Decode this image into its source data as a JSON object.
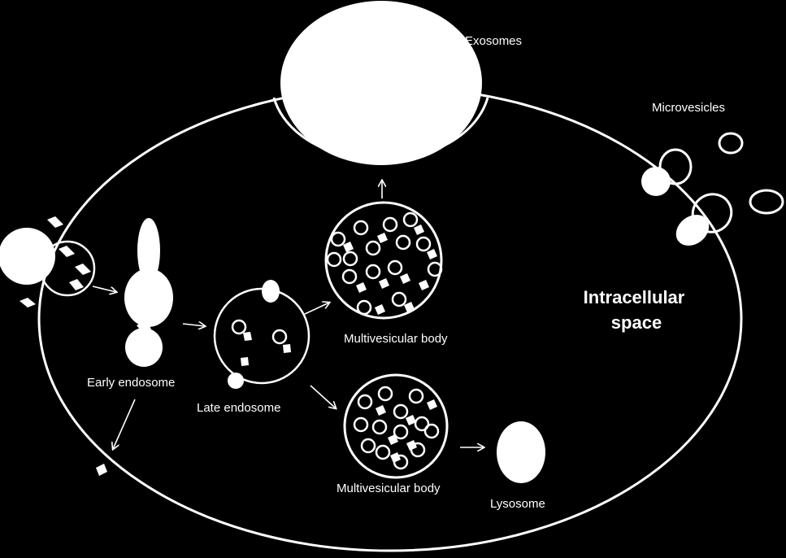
{
  "labels": {
    "exosomes": "Exosomes",
    "microvesicles": "Microvesicles",
    "intracellular_line1": "Intracellular",
    "intracellular_line2": "space",
    "early_endosome": "Early endosome",
    "late_endosome": "Late endosome",
    "mvb_top": "Multivesicular body",
    "mvb_bottom": "Multivesicular body",
    "lysosome": "Lysosome"
  },
  "colors": {
    "background": "#000000",
    "foreground": "#ffffff"
  }
}
